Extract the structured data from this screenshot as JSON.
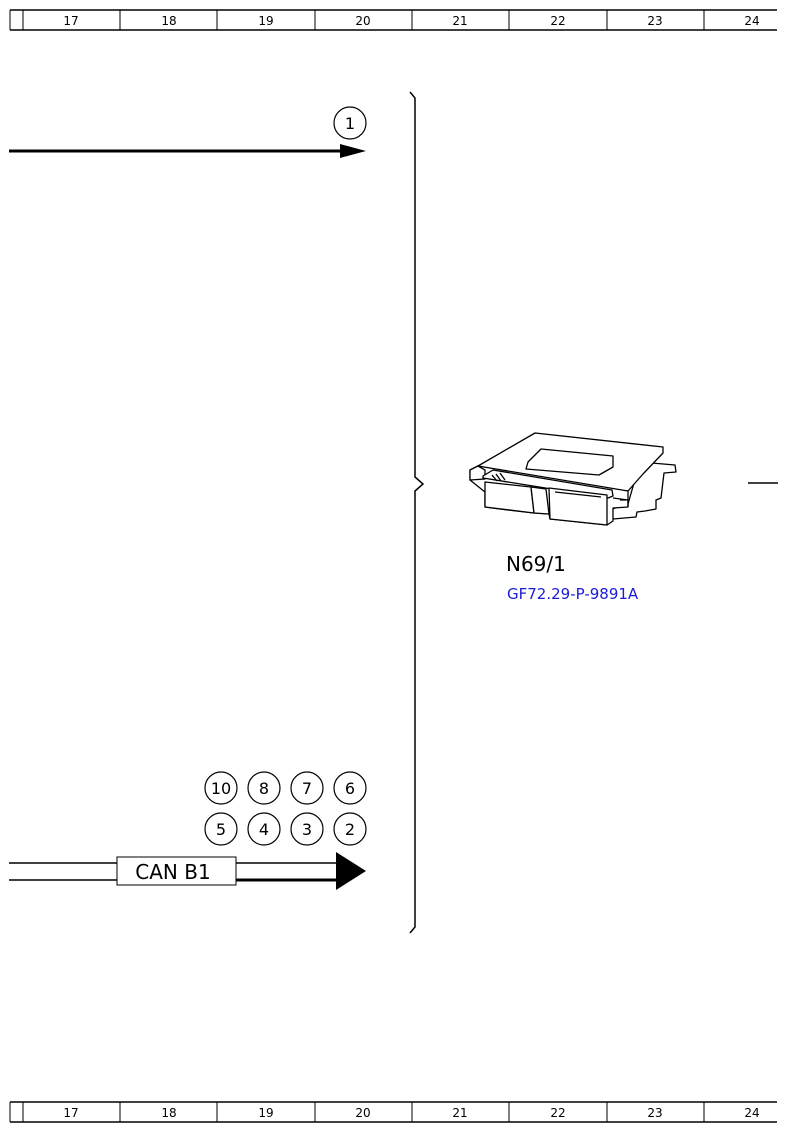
{
  "ruler": {
    "columns": [
      "17",
      "18",
      "19",
      "20",
      "21",
      "22",
      "23",
      "24"
    ]
  },
  "top_arrow": {
    "bubble": "1"
  },
  "bus_arrow": {
    "label": "CAN B1",
    "bubbles_row1": [
      "10",
      "8",
      "7",
      "6"
    ],
    "bubbles_row2": [
      "5",
      "4",
      "3",
      "2"
    ]
  },
  "component": {
    "id": "N69/1",
    "ref": "GF72.29-P-9891A",
    "ref_color": "#1a1adb"
  }
}
